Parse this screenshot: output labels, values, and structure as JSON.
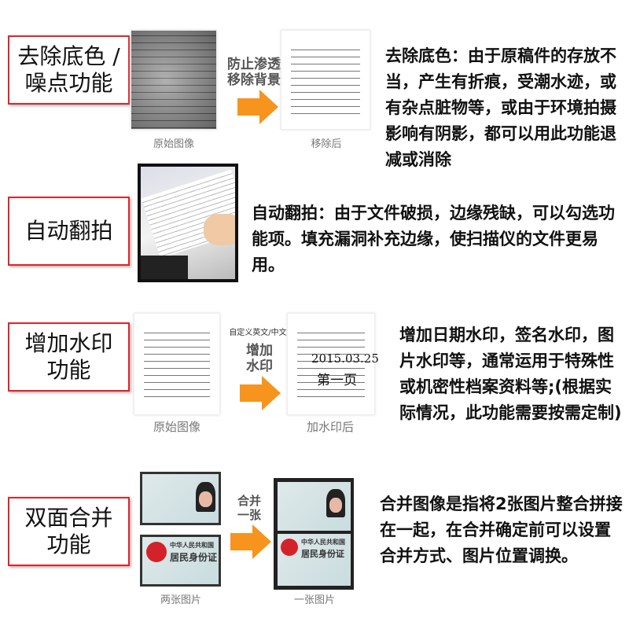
{
  "sections": [
    {
      "label": "去除底色 /噪点功能",
      "arrow_text": "防止渗透 移除背景",
      "caption_before": "原始图像",
      "caption_after": "移除后",
      "description": "去除底色：由于原稿件的存放不当，产生有折痕，受潮水迹，或有杂点脏物等，或由于环境拍摄影响有阴影，都可以用此功能退减或消除"
    },
    {
      "label": "自动翻拍",
      "description": "自动翻拍：由于文件破损，边缘残缺，可以勾选功能项。填充漏洞补充边缘，使扫描仪的文件更易用。"
    },
    {
      "label": "增加水印 功能",
      "arrow_subtext": "自定义英文/中文",
      "arrow_text": "增加 水印",
      "caption_before": "原始图像",
      "caption_after": "加水印后",
      "watermark_date": "2015.03.25",
      "watermark_page": "第一页",
      "description": "增加日期水印，签名水印，图片水印等，通常运用于特殊性或机密性档案资料等;(根据实际情况，此功能需要按需定制)"
    },
    {
      "label": "双面合并 功能",
      "arrow_text": "合并 一张",
      "caption_before": "两张图片",
      "caption_after": "一张图片",
      "card_title": "中华人民共和国",
      "card_name": "居民身份证",
      "description": "合并图像是指将2张图片整合拼接在一起，在合并确定前可以设置合并方式、图片位置调换。"
    }
  ],
  "colors": {
    "accent": "#f7941d",
    "border": "#e0242b"
  }
}
